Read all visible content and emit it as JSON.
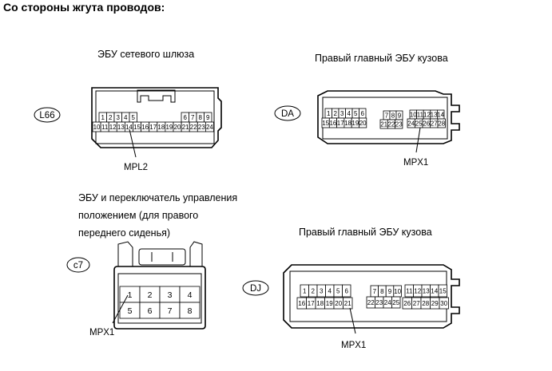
{
  "header": "Со стороны жгута проводов:",
  "connectors": {
    "l66": {
      "caption": "ЭБУ сетевого шлюза",
      "tag": "L66",
      "pins_top_left": [
        "1",
        "2",
        "3",
        "4",
        "5"
      ],
      "pins_top_right": [
        "6",
        "7",
        "8",
        "9"
      ],
      "pins_bottom": [
        "10",
        "11",
        "12",
        "13",
        "14",
        "15",
        "16",
        "17",
        "18",
        "19",
        "20",
        "21",
        "22",
        "23",
        "24"
      ],
      "label": "MPL2"
    },
    "da": {
      "caption": "Правый главный ЭБУ кузова",
      "tag": "DA",
      "g1_top": [
        "1",
        "2",
        "3",
        "4",
        "5",
        "6"
      ],
      "g1_bot": [
        "15",
        "16",
        "17",
        "18",
        "19",
        "20"
      ],
      "g2_top": [
        "7",
        "8",
        "9"
      ],
      "g2_bot": [
        "21",
        "22",
        "23"
      ],
      "g3_top": [
        "10",
        "11",
        "12",
        "13",
        "14"
      ],
      "g3_bot": [
        "24",
        "25",
        "26",
        "27",
        "28"
      ],
      "label": "MPX1"
    },
    "c7": {
      "caption_lines": [
        "ЭБУ и переключатель управления",
        "положением (для правого",
        "переднего сиденья)"
      ],
      "tag": "c7",
      "pins_top": [
        "1",
        "2",
        "3",
        "4"
      ],
      "pins_bottom": [
        "5",
        "6",
        "7",
        "8"
      ],
      "label": "MPX1"
    },
    "dj": {
      "caption": "Правый главный ЭБУ кузова",
      "tag": "DJ",
      "g1_top": [
        "1",
        "2",
        "3",
        "4",
        "5",
        "6"
      ],
      "g1_bot": [
        "16",
        "17",
        "18",
        "19",
        "20",
        "21"
      ],
      "g2_top": [
        "7",
        "8",
        "9",
        "10"
      ],
      "g2_bot": [
        "22",
        "23",
        "24",
        "25"
      ],
      "g3_top": [
        "11",
        "12",
        "13",
        "14",
        "15"
      ],
      "g3_bot": [
        "26",
        "27",
        "28",
        "29",
        "30"
      ],
      "label": "MPX1"
    }
  }
}
